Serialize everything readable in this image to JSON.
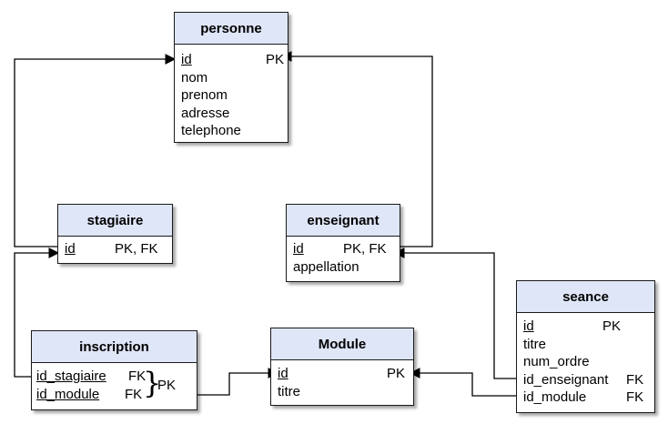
{
  "entities": {
    "personne": {
      "title": "personne",
      "attributes": [
        {
          "name": "id",
          "key": "PK"
        },
        {
          "name": "nom",
          "key": ""
        },
        {
          "name": "prenom",
          "key": ""
        },
        {
          "name": "adresse",
          "key": ""
        },
        {
          "name": "telephone",
          "key": ""
        }
      ]
    },
    "stagiaire": {
      "title": "stagiaire",
      "attributes": [
        {
          "name": "id",
          "key": "PK, FK"
        }
      ]
    },
    "enseignant": {
      "title": "enseignant",
      "attributes": [
        {
          "name": "id",
          "key": "PK, FK"
        },
        {
          "name": "appellation",
          "key": ""
        }
      ]
    },
    "seance": {
      "title": "seance",
      "attributes": [
        {
          "name": "id",
          "key": "PK"
        },
        {
          "name": "titre",
          "key": ""
        },
        {
          "name": "num_ordre",
          "key": ""
        },
        {
          "name": "id_enseignant",
          "key": "FK"
        },
        {
          "name": "id_module",
          "key": "FK"
        }
      ]
    },
    "inscription": {
      "title": "inscription",
      "attributes": [
        {
          "name": "id_stagiaire",
          "key": "FK"
        },
        {
          "name": "id_module",
          "key": "FK"
        }
      ],
      "composite_key_label": "PK"
    },
    "module": {
      "title": "Module",
      "attributes": [
        {
          "name": "id",
          "key": "PK"
        },
        {
          "name": "titre",
          "key": ""
        }
      ]
    }
  }
}
